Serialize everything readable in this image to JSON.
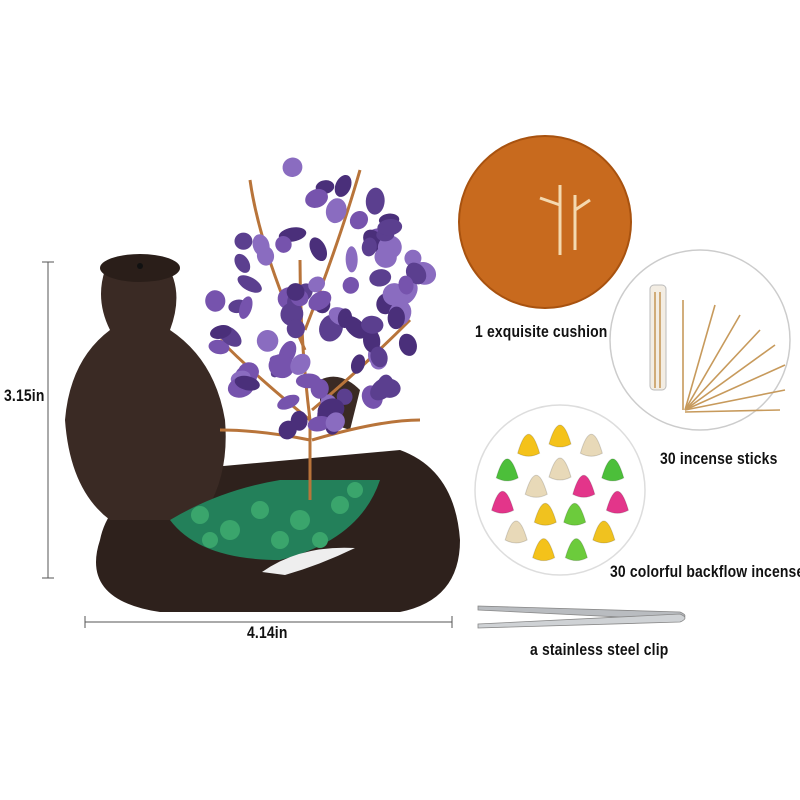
{
  "dimensions": {
    "height": "3.15in",
    "width": "4.14in"
  },
  "accessories": {
    "cushion": "1 exquisite cushion",
    "sticks": "30 incense sticks",
    "cones": "30 colorful backflow incense",
    "clip": "a stainless steel clip"
  },
  "colors": {
    "burner": "#3a2a24",
    "crystal": "#5b3f8f",
    "jade": "#2f8f5a",
    "cushion": "#c86a1e",
    "wire": "#b8743a",
    "cones": [
      "#f4c21a",
      "#e8d9b8",
      "#4cbf3a",
      "#e3358a",
      "#f0c21f",
      "#6ccb3c",
      "#f4c21a",
      "#e8d9b8",
      "#e3358a",
      "#4cbf3a",
      "#f4c21a",
      "#e8d9b8",
      "#e3358a",
      "#6ccb3c",
      "#f0c21f",
      "#e8d9b8"
    ]
  }
}
